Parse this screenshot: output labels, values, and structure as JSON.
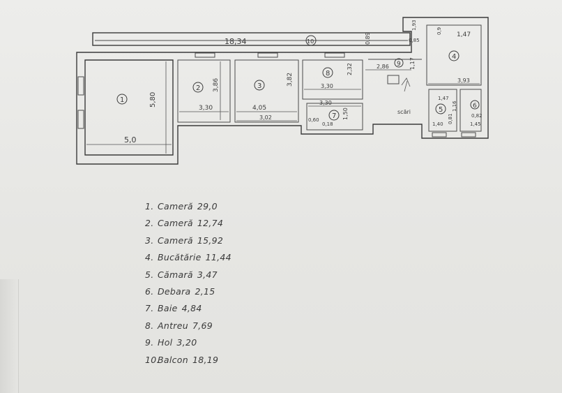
{
  "plan": {
    "rooms": [
      {
        "no": "1",
        "label": "1"
      },
      {
        "no": "2",
        "label": "2"
      },
      {
        "no": "3",
        "label": "3"
      },
      {
        "no": "4",
        "label": "4"
      },
      {
        "no": "5",
        "label": "5"
      },
      {
        "no": "6",
        "label": "6"
      },
      {
        "no": "7",
        "label": "7"
      },
      {
        "no": "8",
        "label": "8"
      },
      {
        "no": "9",
        "label": "9"
      },
      {
        "no": "10",
        "label": "10"
      }
    ],
    "dimensions": {
      "balcony_len": "18,34",
      "r1_width": "5,0",
      "r1_height": "5,80",
      "r2_width": "3,30",
      "r2_height": "3,86",
      "r3_width": "4,05",
      "r3_height": "3,82",
      "r3_bottom": "3,02",
      "r8_width": "3,30",
      "r8_height": "2,32",
      "r7_width": "3,30",
      "r7_side": "1,50",
      "r7_a": "0,60",
      "r7_b": "0,18",
      "hall_len": "2,86",
      "hall_a": "1,17",
      "r4_a": "0,9",
      "r4_area": "1,47",
      "r4_width": "3,93",
      "bal_a": "1,93",
      "bal_b": "0,85",
      "bal_c": "0,89",
      "r5_a": "1,47",
      "r5_b": "1,40",
      "r5_c": "0,81",
      "r6_a": "1,16",
      "r6_b": "0,82",
      "r6_c": "1,45"
    },
    "stairs_label": "scări"
  },
  "legend": [
    {
      "no": "1.",
      "name": "Cameră",
      "area": "29,0"
    },
    {
      "no": "2.",
      "name": "Cameră",
      "area": "12,74"
    },
    {
      "no": "3.",
      "name": "Cameră",
      "area": "15,92"
    },
    {
      "no": "4.",
      "name": "Bucătărie",
      "area": "11,44"
    },
    {
      "no": "5.",
      "name": "Cămară",
      "area": "3,47"
    },
    {
      "no": "6.",
      "name": "Debara",
      "area": "2,15"
    },
    {
      "no": "7.",
      "name": "Baie",
      "area": "4,84"
    },
    {
      "no": "8.",
      "name": "Antreu",
      "area": "7,69"
    },
    {
      "no": "9.",
      "name": "Hol",
      "area": "3,20"
    },
    {
      "no": "10.",
      "name": "Balcon",
      "area": "18,19"
    }
  ]
}
